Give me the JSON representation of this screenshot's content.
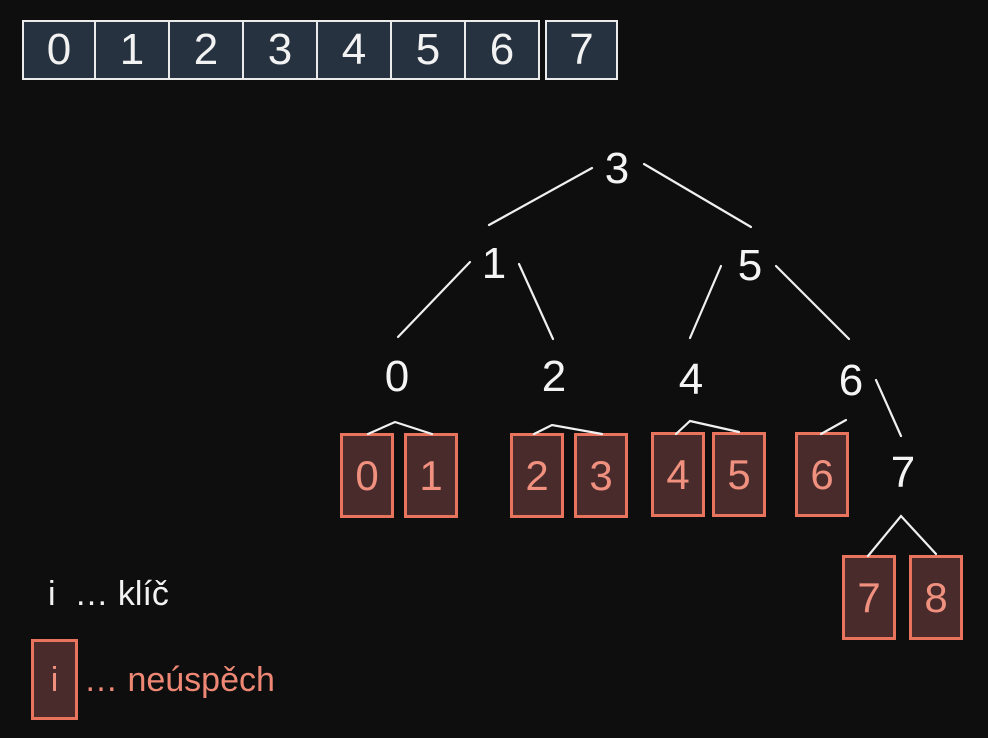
{
  "colors": {
    "background": "#0e0e0f",
    "array_cell_fill": "#263240",
    "array_cell_border": "#ebebeb",
    "white_text": "#f2f2f2",
    "edge_stroke": "#f0f0f0",
    "leaf_fill": "#4a2b2c",
    "leaf_border": "#e8745d",
    "leaf_text": "#f0907e"
  },
  "array": {
    "cells": [
      "0",
      "1",
      "2",
      "3",
      "4",
      "5",
      "6",
      "7"
    ]
  },
  "tree": {
    "nodes": [
      "3",
      "1",
      "5",
      "0",
      "2",
      "4",
      "6",
      "7"
    ],
    "leaves": [
      "0",
      "1",
      "2",
      "3",
      "4",
      "5",
      "6",
      "7",
      "8"
    ]
  },
  "legend": {
    "key_line": "i  … klíč",
    "fail_symbol": "i",
    "fail_caption": "… neúspěch"
  }
}
